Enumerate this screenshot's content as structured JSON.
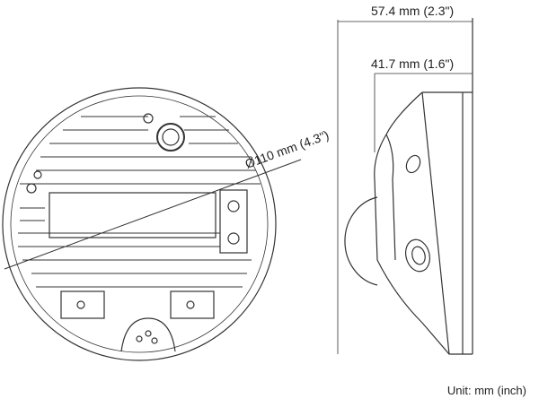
{
  "dimensions": {
    "depth_total": "57.4 mm (2.3\")",
    "depth_body": "41.7 mm (1.6\")",
    "diameter": "Ø110 mm (4.3\")"
  },
  "unit_label": "Unit: mm (inch)"
}
